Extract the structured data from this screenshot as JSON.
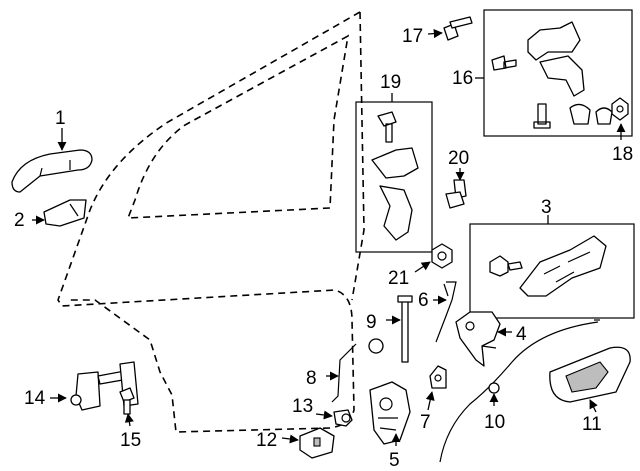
{
  "callouts": {
    "c1": "1",
    "c2": "2",
    "c3": "3",
    "c4": "4",
    "c5": "5",
    "c6": "6",
    "c7": "7",
    "c8": "8",
    "c9": "9",
    "c10": "10",
    "c11": "11",
    "c12": "12",
    "c13": "13",
    "c14": "14",
    "c15": "15",
    "c16": "16",
    "c17": "17",
    "c18": "18",
    "c19": "19",
    "c20": "20",
    "c21": "21"
  },
  "colors": {
    "line": "#000000",
    "background": "#ffffff",
    "shade": "#bdbdbd"
  }
}
